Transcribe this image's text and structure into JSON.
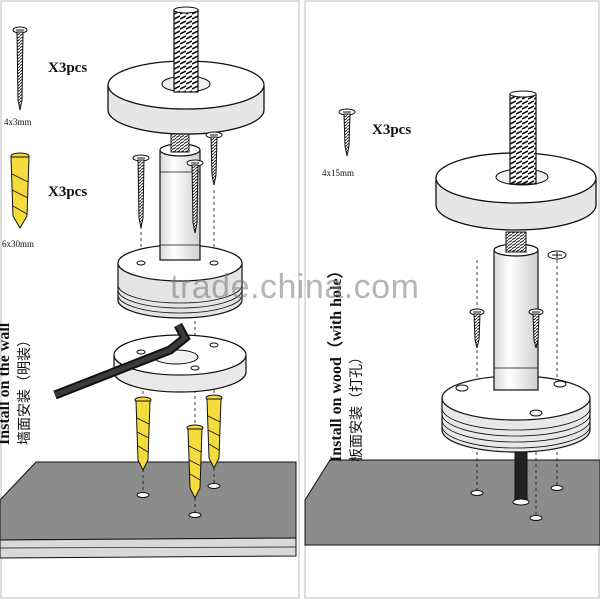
{
  "panels": {
    "wall": {
      "screw_qty": "X3pcs",
      "screw_size": "4x3mm",
      "anchor_qty": "X3pcs",
      "anchor_size": "6x30mm",
      "title": "Install on the wall",
      "title_cn": "墙面安装（明装）"
    },
    "wood": {
      "screw_qty": "X3pcs",
      "screw_size": "4x15mm",
      "title": "Install on wood（with hole）",
      "title_cn": "板面安装（打孔）"
    }
  },
  "watermark": "trade.china.com",
  "colors": {
    "anchor": "#f4dc3c",
    "floor": "#8c8c8c",
    "line": "#111111"
  }
}
